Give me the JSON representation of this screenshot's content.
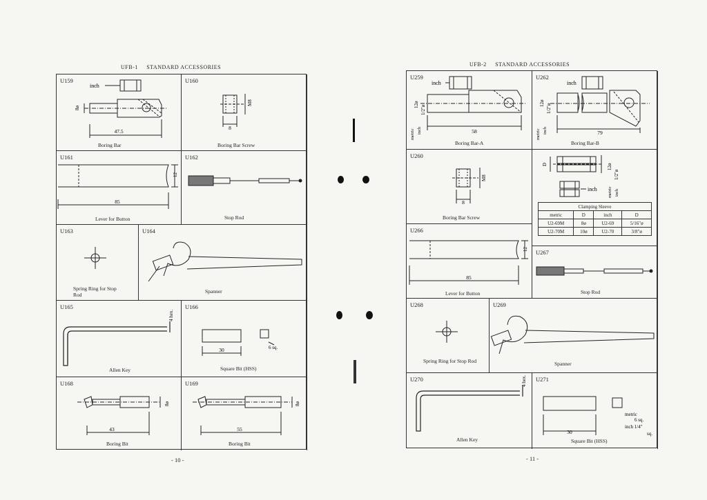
{
  "left": {
    "title": "UFB-1     STANDARD ACCESSORIES",
    "page_number": "- 10 -",
    "items": [
      {
        "code": "U159",
        "caption": "Boring Bar",
        "dim": "47.5",
        "label1": "inch",
        "label2": "8ø"
      },
      {
        "code": "U160",
        "caption": "Boring Bar Screw",
        "dim": "8",
        "label1": "M8"
      },
      {
        "code": "U161",
        "caption": "Lever for Button",
        "dim": "85",
        "label1": "12"
      },
      {
        "code": "U162",
        "caption": "Stop Rod"
      },
      {
        "code": "U163",
        "caption": "Spring Ring for Stop Rod"
      },
      {
        "code": "U164",
        "caption": "Spanner"
      },
      {
        "code": "U165",
        "caption": "Allen Key",
        "label1": "4 hex."
      },
      {
        "code": "U166",
        "caption": "Square Bit (HSS)",
        "dim": "30",
        "label1": "6 sq."
      },
      {
        "code": "U168",
        "caption": "Boring Bit",
        "dim": "43",
        "label1": "8ø"
      },
      {
        "code": "U169",
        "caption": "Boring Bit",
        "dim": "55",
        "label1": "8ø"
      }
    ]
  },
  "right": {
    "title": "UFB-2     STANDARD ACCESSORIES",
    "page_number": "- 11 -",
    "items": [
      {
        "code": "U259",
        "caption": "Boring Bar-A",
        "dim": "58",
        "label1": "inch",
        "label2": "12ø",
        "label3": "1/2\"ø",
        "label4": "metric",
        "label5": "inch"
      },
      {
        "code": "U262",
        "caption": "Boring Bar-B",
        "dim": "79",
        "label1": "inch",
        "label2": "12ø",
        "label3": "1/2\"ø",
        "label4": "metric",
        "label5": "inch"
      },
      {
        "code": "U260",
        "caption": "Boring Bar Screw",
        "dim": "8",
        "label1": "M8"
      },
      {
        "code": "",
        "caption": "",
        "label1": "D",
        "label2": "inch",
        "label3": "12ø",
        "label4": "1/2\"ø",
        "label5": "metric",
        "label6": "inch"
      },
      {
        "code": "U266",
        "caption": "Lever for Button",
        "dim": "85",
        "label1": "12"
      },
      {
        "code": "U267",
        "caption": "Stop Rod"
      },
      {
        "code": "U268",
        "caption": "Spring Ring for Stop Rod"
      },
      {
        "code": "U269",
        "caption": "Spanner"
      },
      {
        "code": "U270",
        "caption": "Allen Key",
        "label1": "4 hex."
      },
      {
        "code": "U271",
        "caption": "Square Bit (HSS)",
        "dim": "30",
        "label1": "metric",
        "label2": "6 sq.",
        "label3": "inch 1/4\"",
        "label4": "sq."
      }
    ],
    "clamping_sleeve": {
      "title": "Clamping Sleeve",
      "header": [
        "metric",
        "D",
        "inch",
        "D"
      ],
      "rows": [
        [
          "U2-69M",
          "8ø",
          "U2-69",
          "5/16\"ø"
        ],
        [
          "U2-70M",
          "10ø",
          "U2-70",
          "3/8\"ø"
        ]
      ]
    }
  }
}
